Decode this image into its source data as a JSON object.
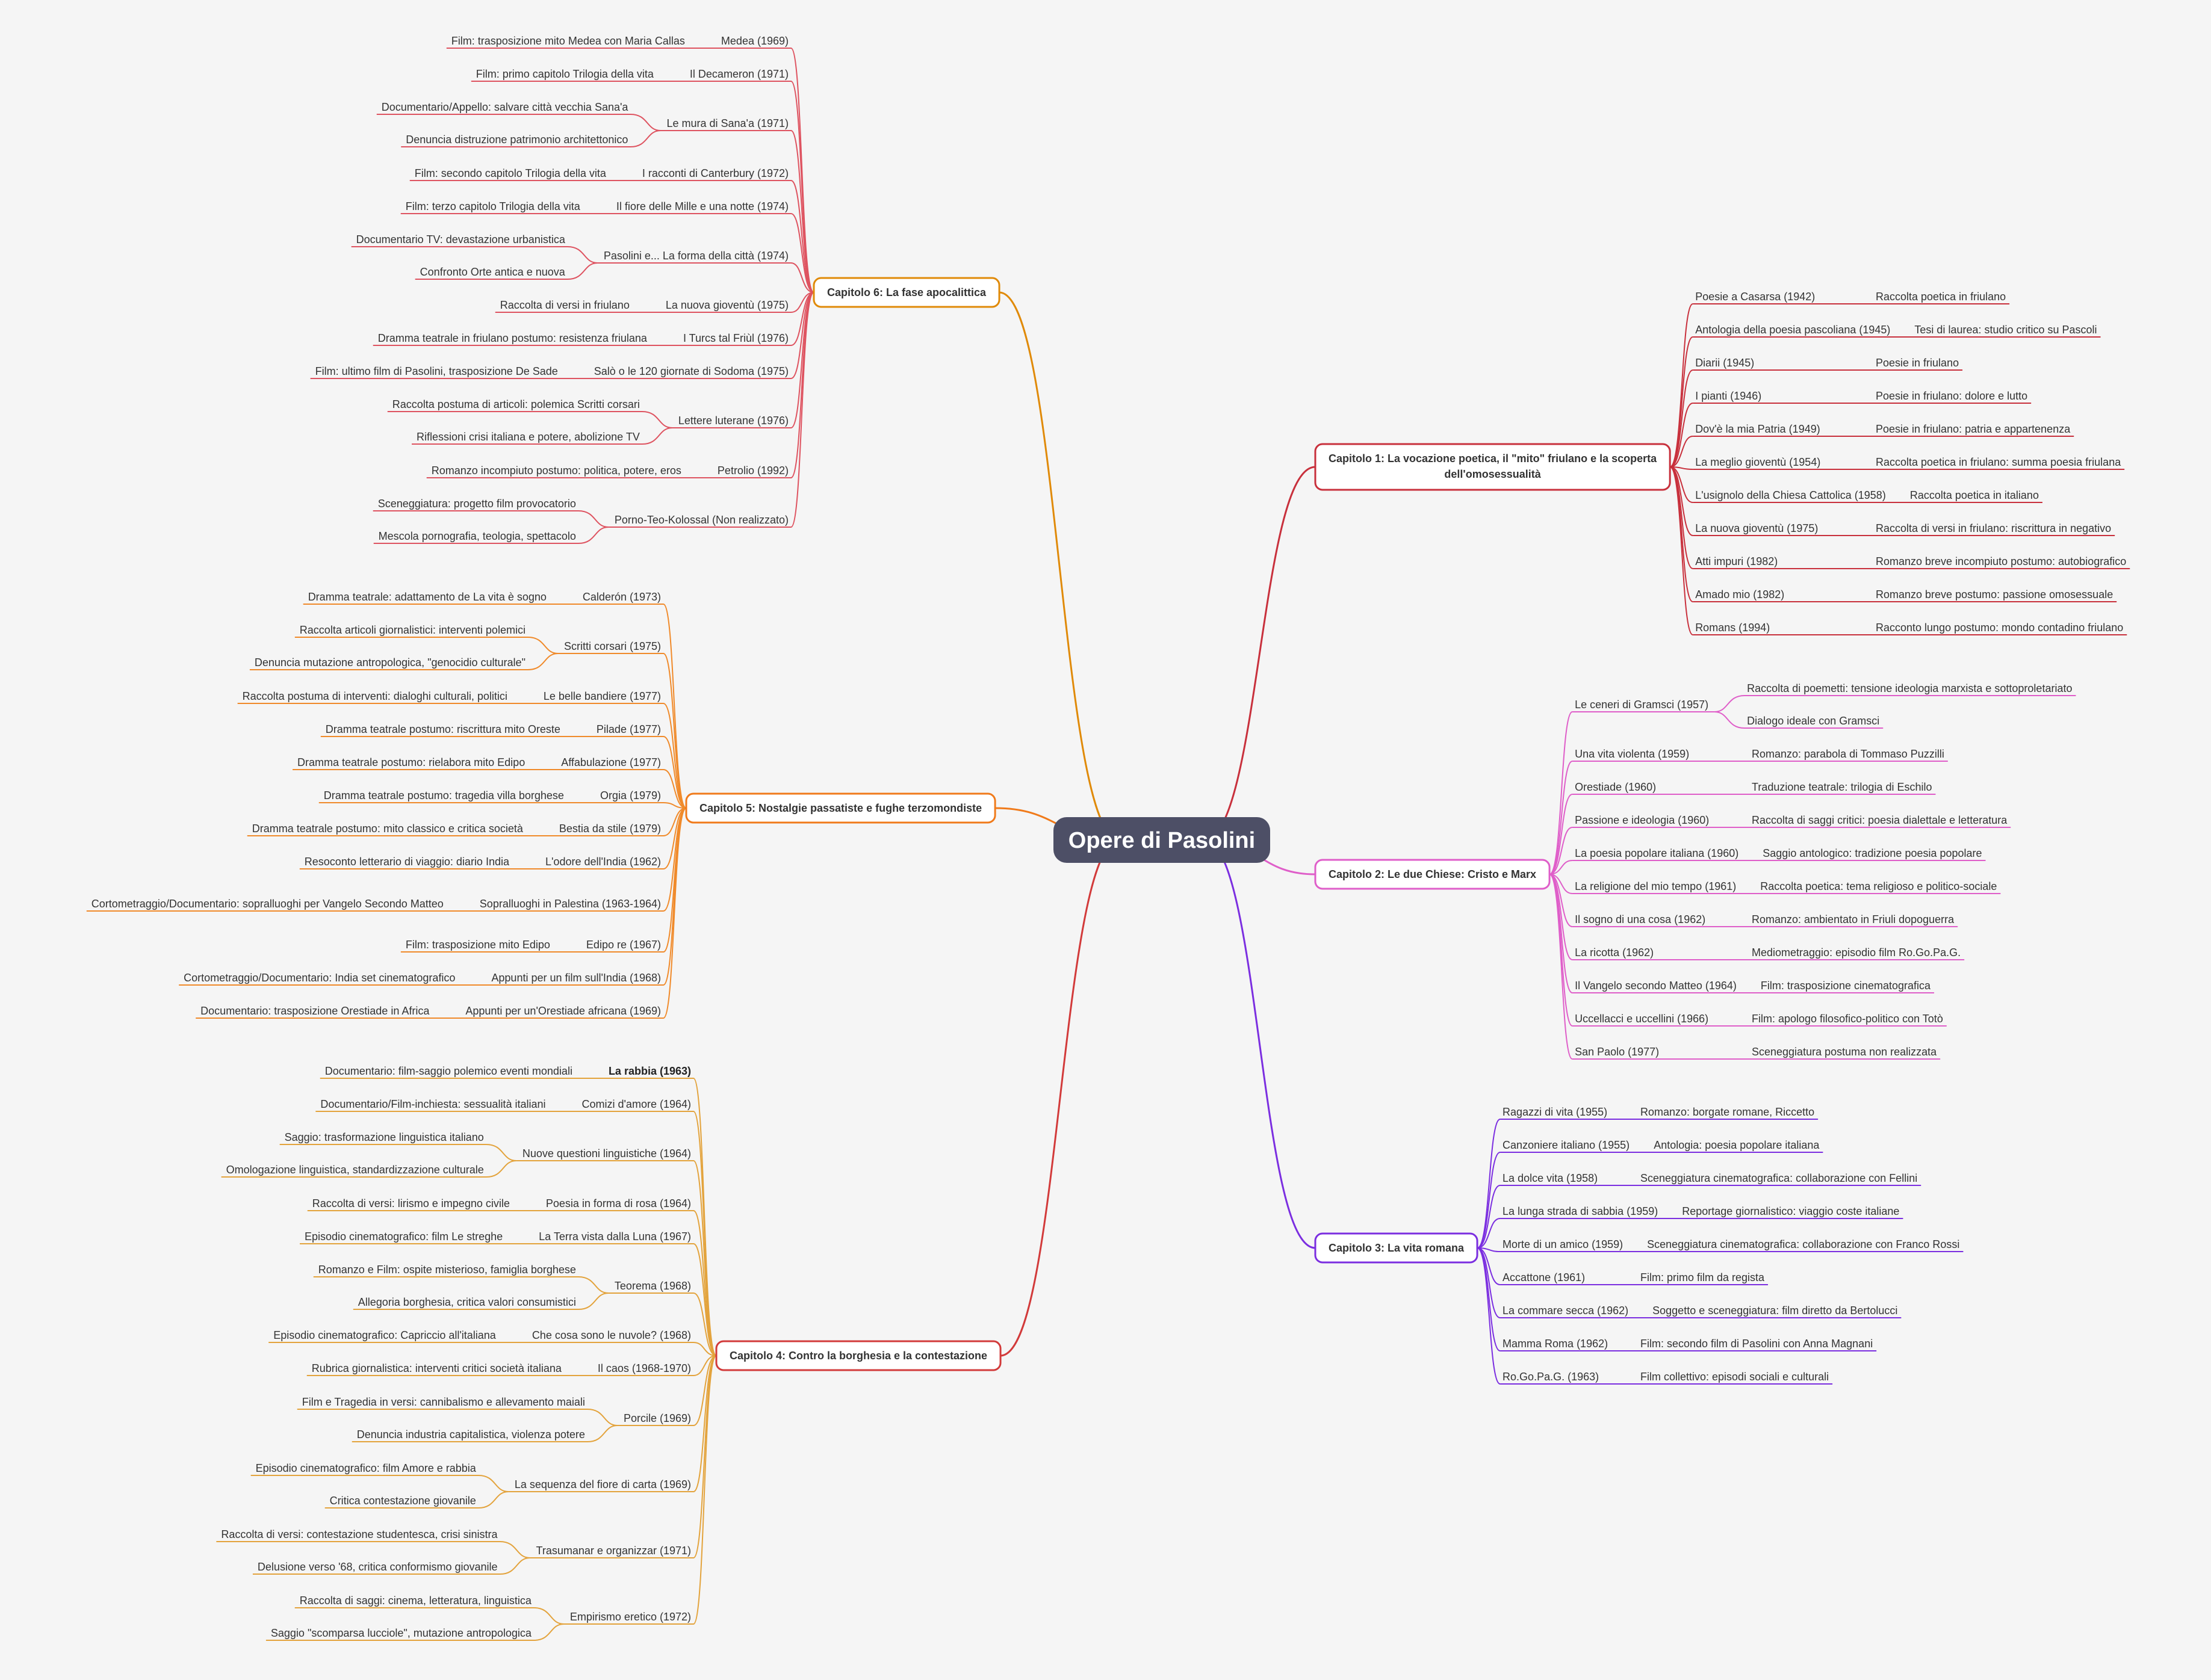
{
  "root": {
    "title": "Opere di Pasolini"
  },
  "colors": {
    "background": "#f5f5f5",
    "root_fill": "#4d4f66",
    "chapter1": "#c8303c",
    "chapter2": "#df5ec9",
    "chapter3": "#7b2ee0",
    "chapter4": "#d23a3a",
    "chapter5": "#f07a1a",
    "chapter6": "#e08a08",
    "branch_ch4": "#e3a33c",
    "branch_ch5": "#f08a2a",
    "branch_ch6": "#de5360"
  },
  "chapters": [
    {
      "title_lines": [
        "Capitolo 1: La vocazione poetica, il \"mito\" friulano e la scoperta",
        "dell'omosessualità"
      ],
      "items": [
        {
          "title": "Poesie a Casarsa (1942)",
          "subs": [
            "Raccolta poetica in friulano"
          ]
        },
        {
          "title": "Antologia della poesia pascoliana (1945)",
          "subs": [
            "Tesi di laurea: studio critico su Pascoli"
          ]
        },
        {
          "title": "Diarii (1945)",
          "subs": [
            "Poesie in friulano"
          ]
        },
        {
          "title": "I pianti (1946)",
          "subs": [
            "Poesie in friulano: dolore e lutto"
          ]
        },
        {
          "title": "Dov'è la mia Patria (1949)",
          "subs": [
            "Poesie in friulano: patria e appartenenza"
          ]
        },
        {
          "title": "La meglio gioventù (1954)",
          "subs": [
            "Raccolta poetica in friulano: summa poesia friulana"
          ]
        },
        {
          "title": "L'usignolo della Chiesa Cattolica (1958)",
          "subs": [
            "Raccolta poetica in italiano"
          ]
        },
        {
          "title": "La nuova gioventù (1975)",
          "subs": [
            "Raccolta di versi in friulano: riscrittura in negativo"
          ]
        },
        {
          "title": "Atti impuri (1982)",
          "subs": [
            "Romanzo breve incompiuto postumo: autobiografico"
          ]
        },
        {
          "title": "Amado mio (1982)",
          "subs": [
            "Romanzo breve postumo: passione omosessuale"
          ]
        },
        {
          "title": "Romans (1994)",
          "subs": [
            "Racconto lungo postumo: mondo contadino friulano"
          ]
        }
      ]
    },
    {
      "title_lines": [
        "Capitolo 2: Le due Chiese: Cristo e Marx"
      ],
      "items": [
        {
          "title": "Le ceneri di Gramsci (1957)",
          "subs": [
            "Raccolta di poemetti: tensione ideologia marxista e sottoproletariato",
            "Dialogo ideale con Gramsci"
          ]
        },
        {
          "title": "Una vita violenta (1959)",
          "subs": [
            "Romanzo: parabola di Tommaso Puzzilli"
          ]
        },
        {
          "title": "Orestiade (1960)",
          "subs": [
            "Traduzione teatrale: trilogia di Eschilo"
          ]
        },
        {
          "title": "Passione e ideologia (1960)",
          "subs": [
            "Raccolta di saggi critici: poesia dialettale e letteratura"
          ]
        },
        {
          "title": "La poesia popolare italiana (1960)",
          "subs": [
            "Saggio antologico: tradizione poesia popolare"
          ]
        },
        {
          "title": "La religione del mio tempo (1961)",
          "subs": [
            "Raccolta poetica: tema religioso e politico-sociale"
          ]
        },
        {
          "title": "Il sogno di una cosa (1962)",
          "subs": [
            "Romanzo: ambientato in Friuli dopoguerra"
          ]
        },
        {
          "title": "La ricotta (1962)",
          "subs": [
            "Mediometraggio: episodio film Ro.Go.Pa.G."
          ]
        },
        {
          "title": "Il Vangelo secondo Matteo (1964)",
          "subs": [
            "Film: trasposizione cinematografica"
          ]
        },
        {
          "title": "Uccellacci e uccellini (1966)",
          "subs": [
            "Film: apologo filosofico-politico con Totò"
          ]
        },
        {
          "title": "San Paolo (1977)",
          "subs": [
            "Sceneggiatura postuma non realizzata"
          ]
        }
      ]
    },
    {
      "title_lines": [
        "Capitolo 3: La vita romana"
      ],
      "items": [
        {
          "title": "Ragazzi di vita (1955)",
          "subs": [
            "Romanzo: borgate romane, Riccetto"
          ]
        },
        {
          "title": "Canzoniere italiano (1955)",
          "subs": [
            "Antologia: poesia popolare italiana"
          ]
        },
        {
          "title": "La dolce vita (1958)",
          "subs": [
            "Sceneggiatura cinematografica: collaborazione con Fellini"
          ]
        },
        {
          "title": "La lunga strada di sabbia (1959)",
          "subs": [
            "Reportage giornalistico: viaggio coste italiane"
          ]
        },
        {
          "title": "Morte di un amico (1959)",
          "subs": [
            "Sceneggiatura cinematografica: collaborazione con Franco Rossi"
          ]
        },
        {
          "title": "Accattone (1961)",
          "subs": [
            "Film: primo film da regista"
          ]
        },
        {
          "title": "La commare secca (1962)",
          "subs": [
            "Soggetto e sceneggiatura: film diretto da Bertolucci"
          ]
        },
        {
          "title": "Mamma Roma (1962)",
          "subs": [
            "Film: secondo film di Pasolini con Anna Magnani"
          ]
        },
        {
          "title": "Ro.Go.Pa.G. (1963)",
          "subs": [
            "Film collettivo: episodi sociali e culturali"
          ]
        }
      ]
    },
    {
      "title_lines": [
        "Capitolo 4: Contro la borghesia e la contestazione"
      ],
      "items": [
        {
          "title": "La rabbia (1963)",
          "bold": true,
          "subs": [
            "Documentario: film-saggio polemico eventi mondiali"
          ]
        },
        {
          "title": "Comizi d'amore (1964)",
          "subs": [
            "Documentario/Film-inchiesta: sessualità italiani"
          ]
        },
        {
          "title": "Nuove questioni linguistiche (1964)",
          "subs": [
            "Saggio: trasformazione linguistica italiano",
            "Omologazione linguistica, standardizzazione culturale"
          ]
        },
        {
          "title": "Poesia in forma di rosa (1964)",
          "subs": [
            "Raccolta di versi: lirismo e impegno civile"
          ]
        },
        {
          "title": "La Terra vista dalla Luna (1967)",
          "subs": [
            "Episodio cinematografico: film Le streghe"
          ]
        },
        {
          "title": "Teorema (1968)",
          "subs": [
            "Romanzo e Film: ospite misterioso, famiglia borghese",
            "Allegoria borghesia, critica valori consumistici"
          ]
        },
        {
          "title": "Che cosa sono le nuvole? (1968)",
          "subs": [
            "Episodio cinematografico: Capriccio all'italiana"
          ]
        },
        {
          "title": "Il caos (1968-1970)",
          "subs": [
            "Rubrica giornalistica: interventi critici società italiana"
          ]
        },
        {
          "title": "Porcile (1969)",
          "subs": [
            "Film e Tragedia in versi: cannibalismo e allevamento maiali",
            "Denuncia industria capitalistica, violenza potere"
          ]
        },
        {
          "title": "La sequenza del fiore di carta (1969)",
          "subs": [
            "Episodio cinematografico: film Amore e rabbia",
            "Critica contestazione giovanile"
          ]
        },
        {
          "title": "Trasumanar e organizzar (1971)",
          "subs": [
            "Raccolta di versi: contestazione studentesca, crisi sinistra",
            "Delusione verso '68, critica conformismo giovanile"
          ]
        },
        {
          "title": "Empirismo eretico (1972)",
          "subs": [
            "Raccolta di saggi: cinema, letteratura, linguistica",
            "Saggio \"scomparsa lucciole\", mutazione antropologica"
          ]
        }
      ]
    },
    {
      "title_lines": [
        "Capitolo 5: Nostalgie passatiste e fughe terzomondiste"
      ],
      "items": [
        {
          "title": "Calderón (1973)",
          "subs": [
            "Dramma teatrale: adattamento de La vita è sogno"
          ]
        },
        {
          "title": "Scritti corsari (1975)",
          "subs": [
            "Raccolta articoli giornalistici: interventi polemici",
            "Denuncia mutazione antropologica, \"genocidio culturale\""
          ]
        },
        {
          "title": "Le belle bandiere (1977)",
          "subs": [
            "Raccolta postuma di interventi: dialoghi culturali, politici"
          ]
        },
        {
          "title": "Pilade (1977)",
          "subs": [
            "Dramma teatrale postumo: riscrittura mito Oreste"
          ]
        },
        {
          "title": "Affabulazione (1977)",
          "subs": [
            "Dramma teatrale postumo: rielabora mito Edipo"
          ]
        },
        {
          "title": "Orgia (1979)",
          "subs": [
            "Dramma teatrale postumo: tragedia villa borghese"
          ]
        },
        {
          "title": "Bestia da stile (1979)",
          "subs": [
            "Dramma teatrale postumo: mito classico e critica società"
          ]
        },
        {
          "title": "L'odore dell'India (1962)",
          "subs": [
            "Resoconto letterario di viaggio: diario India"
          ]
        },
        {
          "title": "Sopralluoghi in Palestina (1963-1964)",
          "subs": [
            "Cortometraggio/Documentario: sopralluoghi per Vangelo Secondo Matteo"
          ]
        },
        {
          "title": "Edipo re (1967)",
          "subs": [
            "Film: trasposizione mito Edipo"
          ]
        },
        {
          "title": "Appunti per un film sull'India (1968)",
          "subs": [
            "Cortometraggio/Documentario: India set cinematografico"
          ]
        },
        {
          "title": "Appunti per un'Orestiade africana (1969)",
          "subs": [
            "Documentario: trasposizione Orestiade in Africa"
          ]
        }
      ]
    },
    {
      "title_lines": [
        "Capitolo 6: La fase apocalittica"
      ],
      "items": [
        {
          "title": "Medea (1969)",
          "subs": [
            "Film: trasposizione mito Medea con Maria Callas"
          ]
        },
        {
          "title": "Il Decameron (1971)",
          "subs": [
            "Film: primo capitolo Trilogia della vita"
          ]
        },
        {
          "title": "Le mura di Sana'a (1971)",
          "subs": [
            "Documentario/Appello: salvare città vecchia Sana'a",
            "Denuncia distruzione patrimonio architettonico"
          ]
        },
        {
          "title": "I racconti di Canterbury (1972)",
          "subs": [
            "Film: secondo capitolo Trilogia della vita"
          ]
        },
        {
          "title": "Il fiore delle Mille e una notte (1974)",
          "subs": [
            "Film: terzo capitolo Trilogia della vita"
          ]
        },
        {
          "title": "Pasolini e... La forma della città (1974)",
          "subs": [
            "Documentario TV: devastazione urbanistica",
            "Confronto Orte antica e nuova"
          ]
        },
        {
          "title": "La nuova gioventù (1975)",
          "subs": [
            "Raccolta di versi in friulano"
          ]
        },
        {
          "title": "I Turcs tal Friùl (1976)",
          "subs": [
            "Dramma teatrale in friulano postumo: resistenza friulana"
          ]
        },
        {
          "title": "Salò o le 120 giornate di Sodoma (1975)",
          "subs": [
            "Film: ultimo film di Pasolini, trasposizione De Sade"
          ]
        },
        {
          "title": "Lettere luterane (1976)",
          "subs": [
            "Raccolta postuma di articoli: polemica Scritti corsari",
            "Riflessioni crisi italiana e potere, abolizione TV"
          ]
        },
        {
          "title": "Petrolio (1992)",
          "subs": [
            "Romanzo incompiuto postumo: politica, potere, eros"
          ]
        },
        {
          "title": "Porno-Teo-Kolossal (Non realizzato)",
          "subs": [
            "Sceneggiatura: progetto film provocatorio",
            "Mescola pornografia, teologia, spettacolo"
          ]
        }
      ]
    }
  ]
}
